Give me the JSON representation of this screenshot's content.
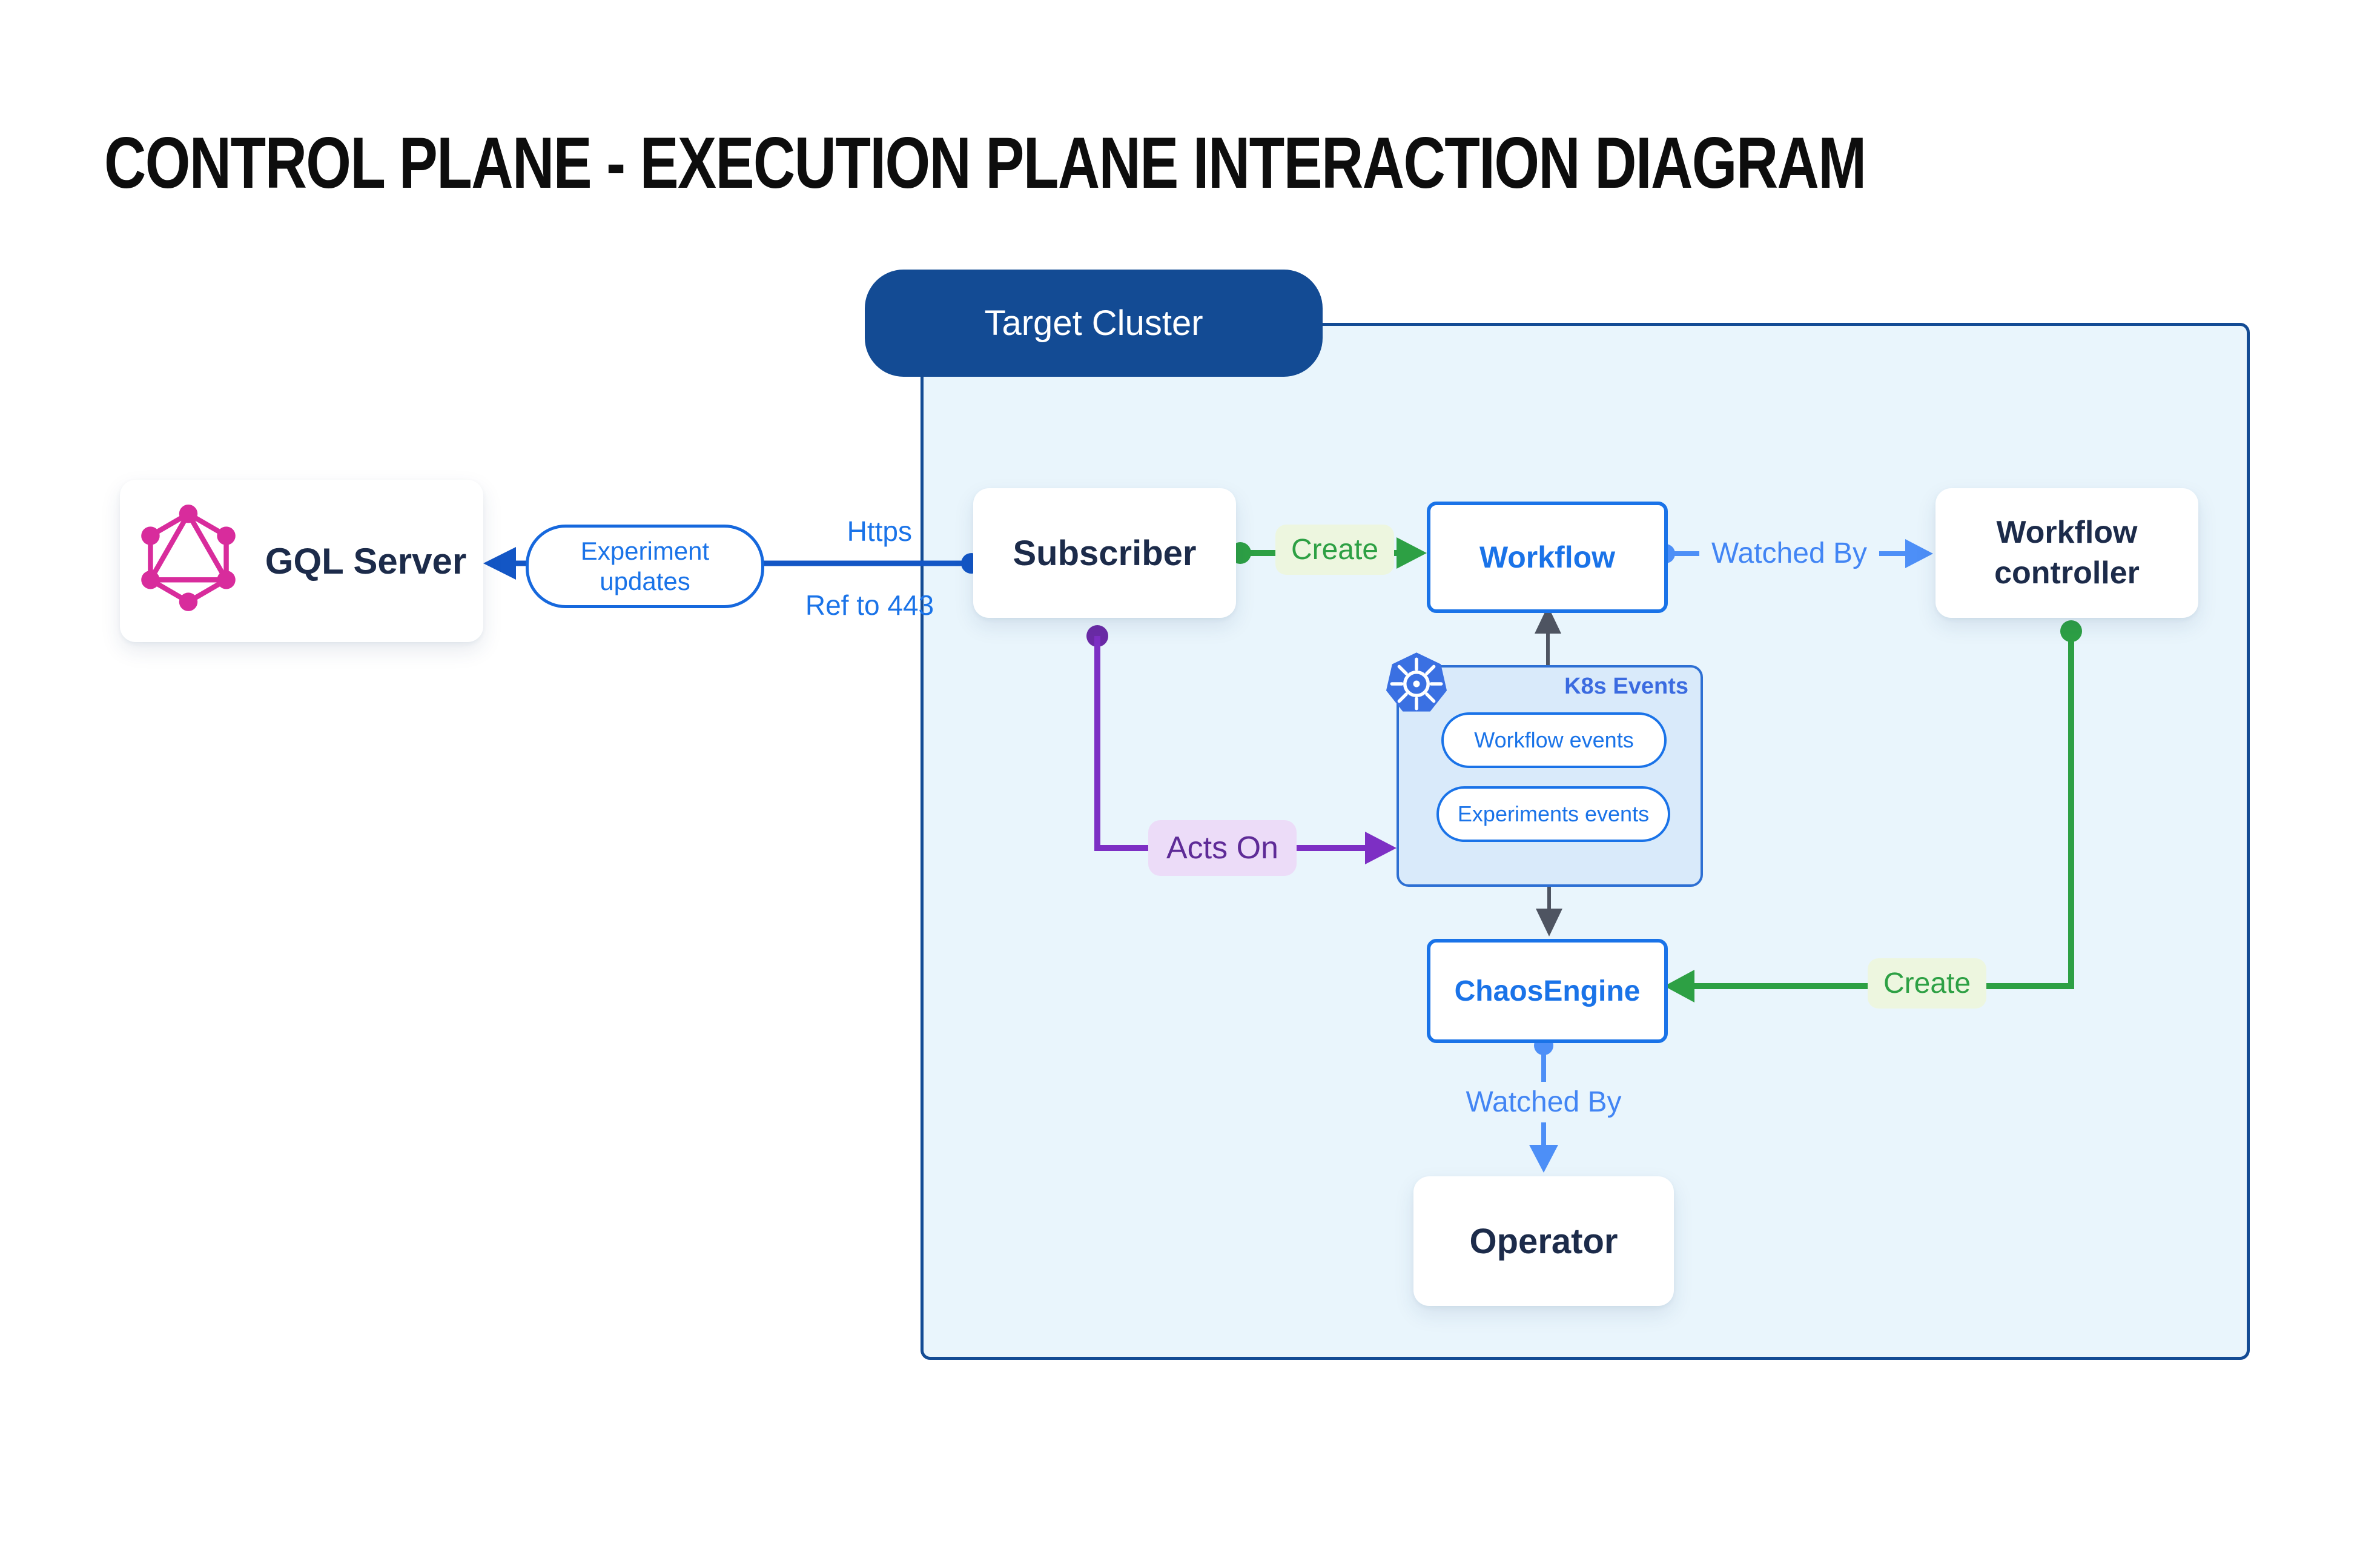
{
  "title": "CONTROL PLANE - EXECUTION PLANE INTERACTION DIAGRAM",
  "cluster": {
    "label": "Target Cluster"
  },
  "nodes": {
    "gql_server": {
      "label": "GQL Server"
    },
    "subscriber": {
      "label": "Subscriber"
    },
    "workflow": {
      "label": "Workflow"
    },
    "workflow_controller": {
      "label": "Workflow controller"
    },
    "chaos_engine": {
      "label": "ChaosEngine"
    },
    "operator": {
      "label": "Operator"
    },
    "k8s_events": {
      "title": "K8s Events",
      "pills": [
        {
          "label": "Workflow events"
        },
        {
          "label": "Experiments events"
        }
      ]
    }
  },
  "edges": {
    "experiment_updates": {
      "label": "Experiment updates"
    },
    "https": {
      "label": "Https"
    },
    "ref_443": {
      "label": "Ref to 443"
    },
    "create_workflow": {
      "label": "Create"
    },
    "watched_by_controller": {
      "label": "Watched By"
    },
    "acts_on": {
      "label": "Acts On"
    },
    "create_chaos_engine": {
      "label": "Create"
    },
    "watched_by_operator": {
      "label": "Watched By"
    }
  },
  "icons": {
    "gql_logo": "graphql-logo",
    "k8s_logo": "kubernetes-logo"
  },
  "colors": {
    "cluster_border": "#134b94",
    "cluster_fill": "#e9f5fc",
    "node_border_blue": "#1a73e8",
    "navy_text": "#1c2b4a",
    "link_dark_blue": "#1356c5",
    "link_light_blue": "#4d8ff7",
    "link_green": "#2da044",
    "green_label_bg": "#edf6df",
    "link_purple": "#7d2fc4",
    "purple_label_bg": "#ecdcf8",
    "purple_text": "#5e2b97",
    "link_gray": "#4e5461",
    "k8s_box_fill": "#d9eafa",
    "k8s_blue": "#3a70e2",
    "graphql_pink": "#d82c9c"
  }
}
